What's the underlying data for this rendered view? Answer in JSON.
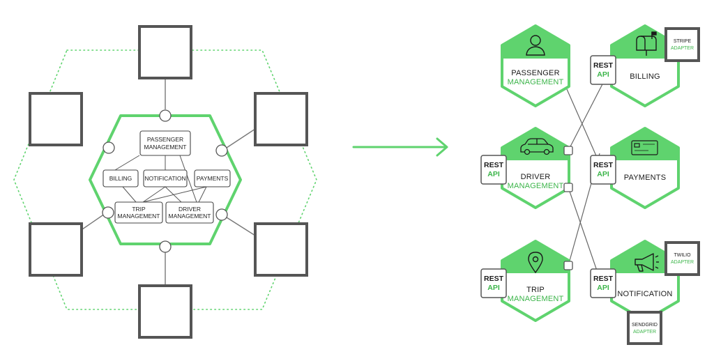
{
  "monolith": {
    "modules": {
      "passenger": [
        "PASSENGER",
        "MANAGEMENT"
      ],
      "billing": [
        "BILLING"
      ],
      "notification": [
        "NOTIFICATION"
      ],
      "payments": [
        "PAYMENTS"
      ],
      "trip": [
        "TRIP",
        "MANAGEMENT"
      ],
      "driver": [
        "DRIVER",
        "MANAGEMENT"
      ]
    }
  },
  "microservices": {
    "passenger": {
      "line1": "PASSENGER",
      "line2": "MANAGEMENT",
      "icon": "person-icon"
    },
    "billing": {
      "line1": "BILLING",
      "line2": "",
      "icon": "mailbox-icon"
    },
    "driver": {
      "line1": "DRIVER",
      "line2": "MANAGEMENT",
      "icon": "car-icon"
    },
    "payments": {
      "line1": "PAYMENTS",
      "line2": "",
      "icon": "credit-card-icon"
    },
    "trip": {
      "line1": "TRIP",
      "line2": "MANAGEMENT",
      "icon": "map-pin-icon"
    },
    "notification": {
      "line1": "NOTIFICATION",
      "line2": "",
      "icon": "megaphone-icon"
    }
  },
  "rest_api": {
    "line1": "REST",
    "line2": "API"
  },
  "adapters": {
    "stripe": {
      "line1": "STRIPE",
      "line2": "ADAPTER"
    },
    "twilio": {
      "line1": "TWILIO",
      "line2": "ADAPTER"
    },
    "sendgrid": {
      "line1": "SENDGRID",
      "line2": "ADAPTER"
    }
  },
  "colors": {
    "accent": "#5fd36e",
    "accent_dark": "#3cb54a",
    "box_border": "#555555",
    "line": "#666666"
  }
}
